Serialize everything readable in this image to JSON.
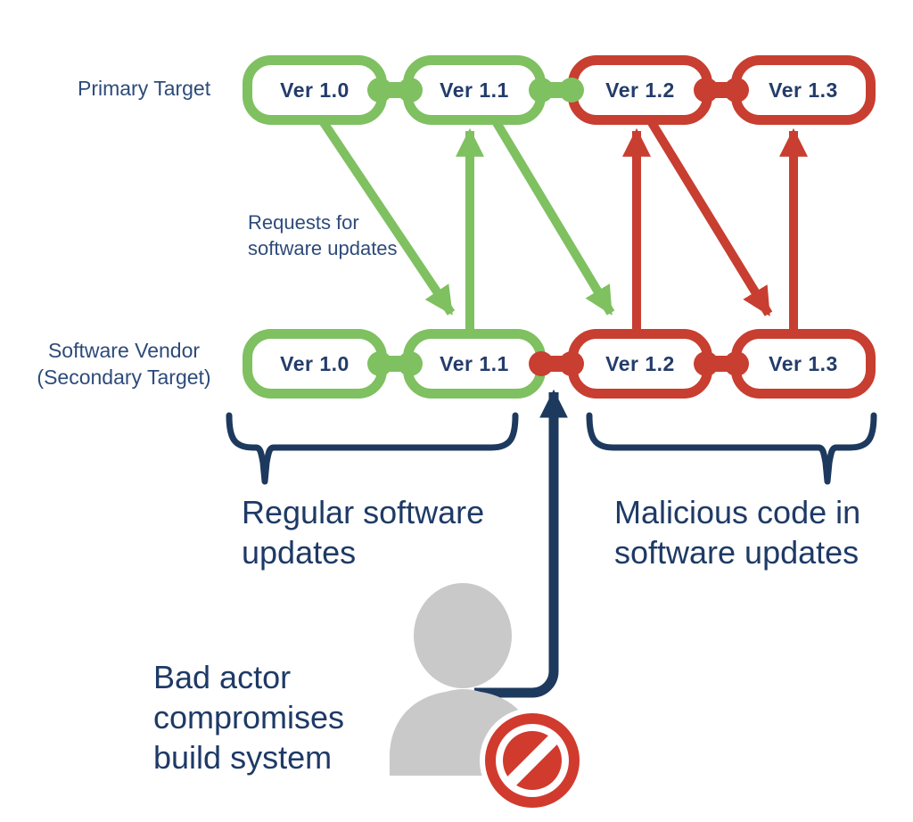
{
  "rows": [
    {
      "id": "primary-target",
      "label_lines": [
        "Primary Target"
      ],
      "versions": [
        {
          "label": "Ver 1.0",
          "status": "safe"
        },
        {
          "label": "Ver 1.1",
          "status": "safe"
        },
        {
          "label": "Ver 1.2",
          "status": "compromised"
        },
        {
          "label": "Ver 1.3",
          "status": "compromised"
        }
      ]
    },
    {
      "id": "software-vendor",
      "label_lines": [
        "Software Vendor",
        "(Secondary Target)"
      ],
      "versions": [
        {
          "label": "Ver 1.0",
          "status": "safe"
        },
        {
          "label": "Ver 1.1",
          "status": "safe"
        },
        {
          "label": "Ver 1.2",
          "status": "compromised"
        },
        {
          "label": "Ver 1.3",
          "status": "compromised"
        }
      ]
    }
  ],
  "annotations": {
    "requests_lines": [
      "Requests for",
      "software updates"
    ],
    "regular_lines": [
      "Regular software",
      "updates"
    ],
    "malicious_lines": [
      "Malicious code in",
      "software updates"
    ],
    "bad_actor_lines": [
      "Bad actor",
      "compromises",
      "build system"
    ]
  },
  "colors": {
    "safe_green": "#7fc061",
    "compromised_red": "#c83e30",
    "navy": "#1d3a5e",
    "label_text": "#2d4b7a",
    "big_text": "#1e3a66",
    "pill_text": "#233c6b",
    "silhouette_gray": "#c9c9c9",
    "no_entry_red": "#d03b2e"
  }
}
